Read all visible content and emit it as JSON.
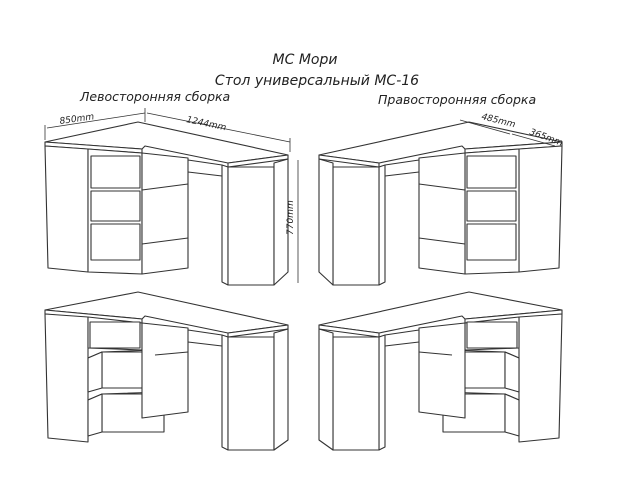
{
  "header": {
    "brand": "МС Мори",
    "product": "Стол универсальный МС-16"
  },
  "assemblies": {
    "left": "Левосторонняя сборка",
    "right": "Правосторонняя сборка"
  },
  "dimensions": {
    "pedestal_depth": "850mm",
    "length": "1244mm",
    "height": "770mm",
    "right_a": "485mm",
    "right_b": "365mm"
  }
}
